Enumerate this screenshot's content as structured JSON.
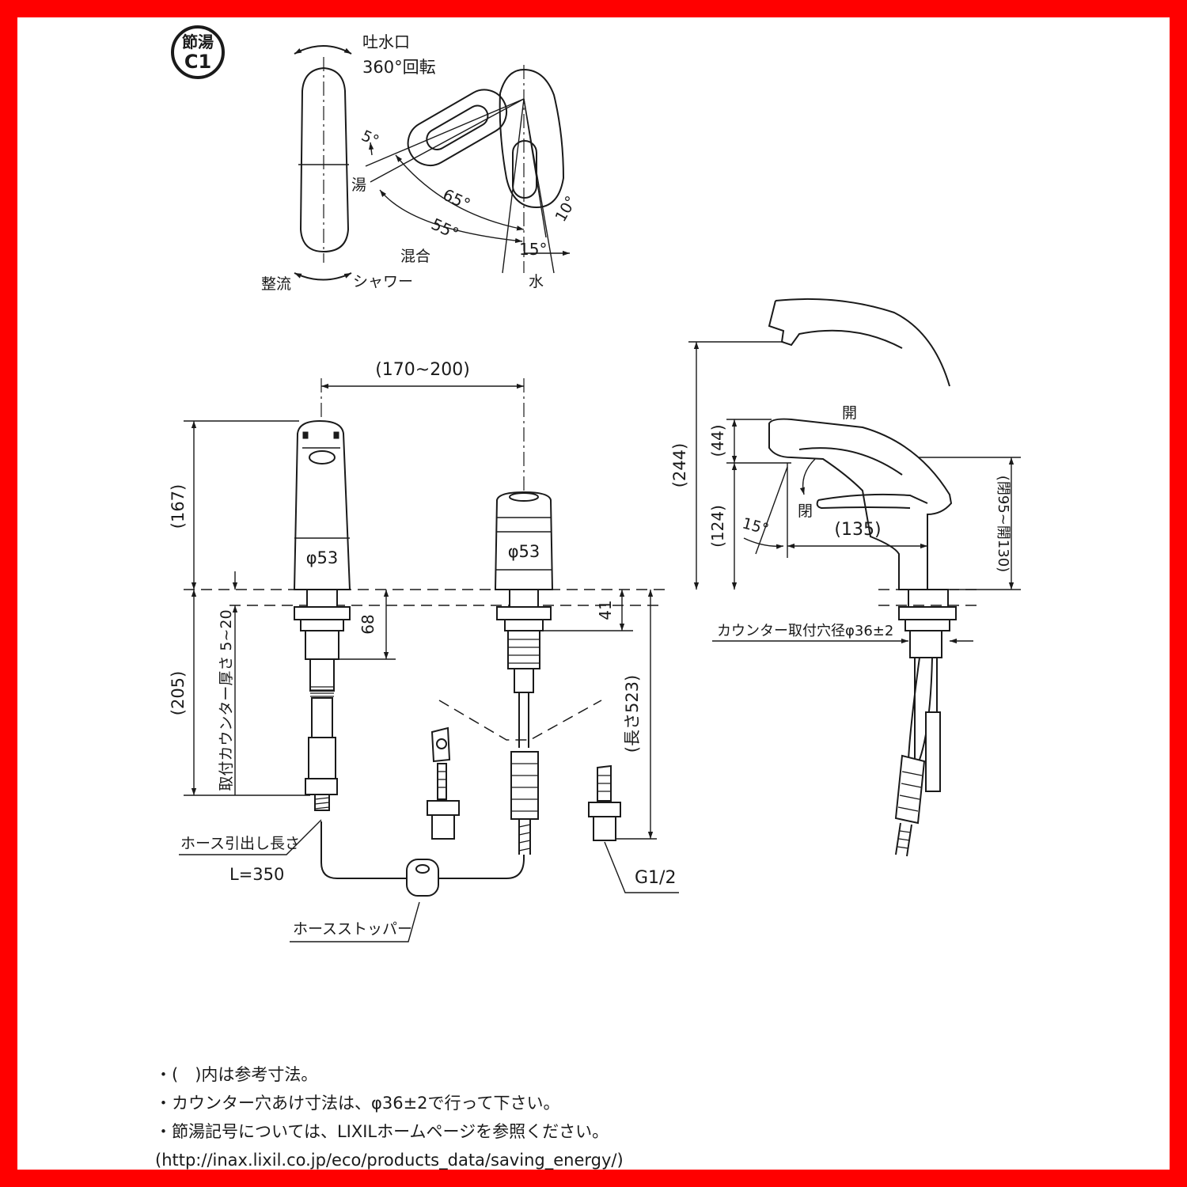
{
  "frame": {
    "border_color": "#ff0000"
  },
  "badge": {
    "line1": "節湯",
    "line2": "C1"
  },
  "top_view": {
    "spout_label": "吐水口",
    "rotation_label": "360°回転",
    "flow_label": "整流",
    "shower_label": "シャワー",
    "hot_label": "湯",
    "mixed_label": "混合",
    "cold_label": "水",
    "angle_5": "5°",
    "angle_65": "65°",
    "angle_55": "55°",
    "angle_10": "10°",
    "angle_15": "15°"
  },
  "front_view": {
    "pitch": "(170~200)",
    "height_167": "(167)",
    "diameter_1": "φ53",
    "diameter_2": "φ53",
    "depth_205": "(205)",
    "counter_thickness": "取付カウンター厚さ 5~20",
    "dim_68": "68",
    "dim_41": "41",
    "hose_length": "(長さ523)",
    "hose_pull_label": "ホース引出し長さ",
    "hose_pull_value": "L=350",
    "hose_stopper": "ホースストッパー",
    "thread": "G1/2"
  },
  "side_view": {
    "height_244": "(244)",
    "dim_44": "(44)",
    "dim_124": "(124)",
    "open_top": "開",
    "closed": "閉",
    "angle_15": "15°",
    "reach_135": "(135)",
    "lever_range": "(閉95~開130)",
    "counter_hole": "カウンター取付穴径φ36±2"
  },
  "notes": [
    "・(　)内は参考寸法。",
    "・カウンター穴あけ寸法は、φ36±2で行って下さい。",
    "・節湯記号については、LIXILホームページを参照ください。",
    "(http://inax.lixil.co.jp/eco/products_data/saving_energy/)"
  ]
}
